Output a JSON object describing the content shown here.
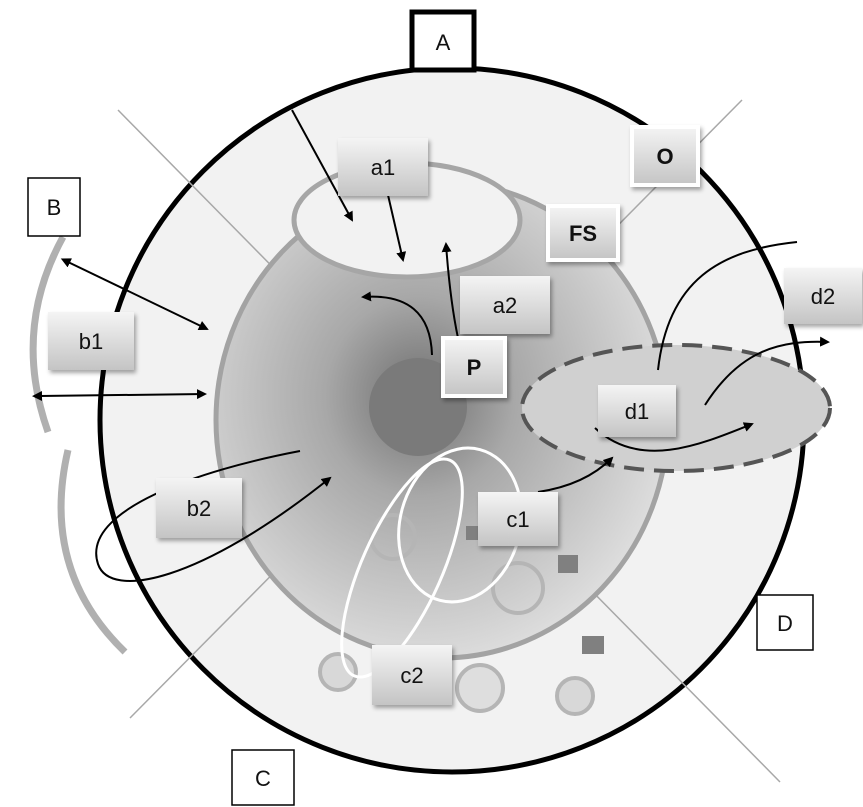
{
  "quadrants": {
    "a": "A",
    "b": "B",
    "c": "C",
    "d": "D"
  },
  "labels": {
    "o": "O",
    "fs": "FS",
    "p": "P",
    "a1": "a1",
    "a2": "a2",
    "b1": "b1",
    "b2": "b2",
    "c1": "c1",
    "c2": "c2",
    "d1": "d1",
    "d2": "d2"
  },
  "colors": {
    "outer_ring": "#000000",
    "cell_fill": "#f2f2f2",
    "inner_region": "#c8c8c8",
    "nucleus": "#7d7d7d",
    "loop_stroke": "#ffffff",
    "dashed_oval": "#555555"
  }
}
